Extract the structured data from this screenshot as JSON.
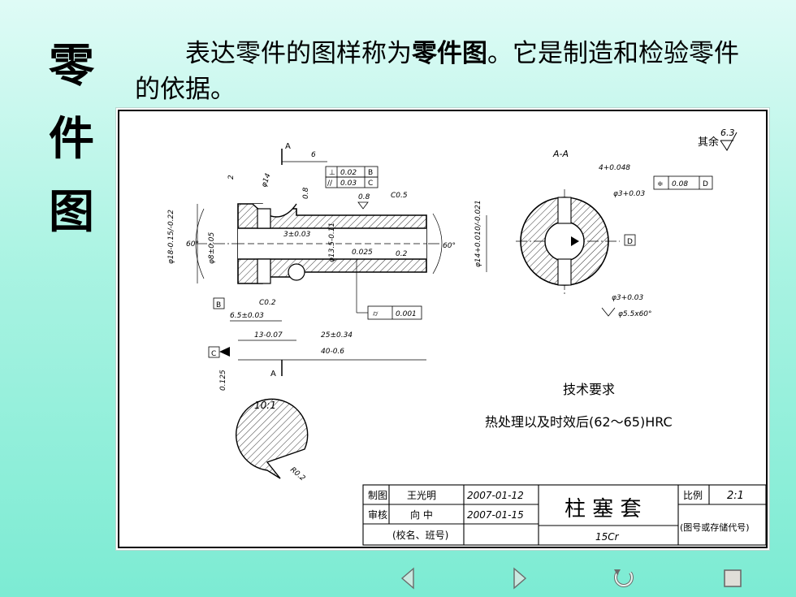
{
  "side_title": [
    "零",
    "件",
    "图"
  ],
  "intro": {
    "part1": "表达零件的图样称为",
    "bold": "零件图",
    "part2": "。它是制造和检验零件的依据。"
  },
  "drawing": {
    "roughness_note": "其余",
    "roughness_value": "6.3",
    "section_label": "A-A",
    "section_mark_a_top": "A",
    "section_mark_a_bottom": "A",
    "section_mark_arrow": "A",
    "dims": {
      "d6": "6",
      "d2": "2",
      "phi14": "φ14",
      "r08_a": "0.8",
      "r08_b": "0.8",
      "c05": "C0.5",
      "phi18": "φ18-0.15/-0.22",
      "phi8": "φ8±0.05",
      "angle60_left": "60°",
      "angle60_right": "60°",
      "dim3": "3±0.03",
      "phi135": "φ13.5-0.11",
      "dim0025": "0.025",
      "dim02": "0.2",
      "phi14_tol": "φ14+0.010/-0.021",
      "c02": "C0.2",
      "dim65": "6.5±0.03",
      "dim13": "13-0.07",
      "dim25": "25±0.34",
      "dim40": "40-0.6",
      "dim0125": "0.125",
      "dim4": "4+0.048",
      "phi3_top": "φ3+0.03",
      "phi3_bot": "φ3+0.03",
      "phi55": "φ5.5x60°"
    },
    "gdt": {
      "perp_sym": "⊥",
      "perp_val": "0.02",
      "perp_ref": "B",
      "par_sym": "//",
      "par_val": "0.03",
      "par_ref": "C",
      "cyl_sym": "⌭",
      "cyl_val": "0.001",
      "sym_sym": "≑",
      "sym_val": "0.08",
      "sym_ref": "D"
    },
    "datums": {
      "b": "B",
      "c": "C",
      "d": "D"
    },
    "detail_scale": "10:1",
    "detail_radius": "R0.2",
    "tech_req_title": "技术要求",
    "tech_req_body": "热处理以及时效后(62～65)HRC",
    "title_block": {
      "drawn_label": "制图",
      "drawn_name": "王光明",
      "drawn_date": "2007-01-12",
      "checked_label": "审核",
      "checked_name": "向 中",
      "checked_date": "2007-01-15",
      "school": "(校名、班号)",
      "part_name": "柱 塞 套",
      "material": "15Cr",
      "scale_label": "比例",
      "scale_value": "2:1",
      "drawing_no": "(图号或存储代号)"
    }
  },
  "nav": {
    "prev": "previous-slide",
    "next": "next-slide",
    "replay": "replay",
    "stop": "stop"
  }
}
